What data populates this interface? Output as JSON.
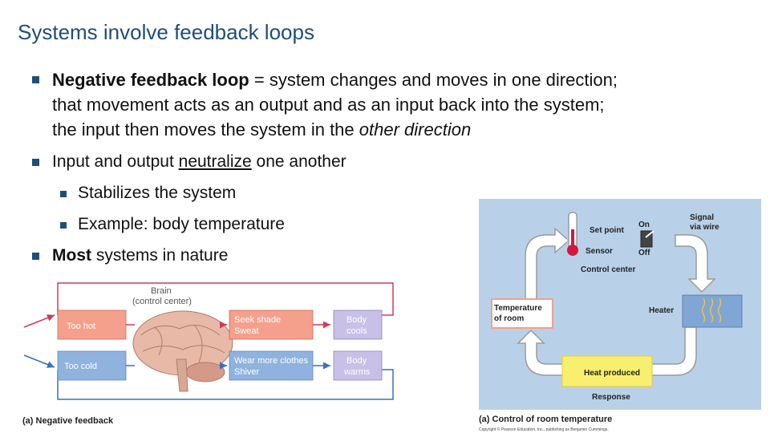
{
  "slide": {
    "title": "Systems involve feedback loops",
    "bullets": {
      "b1_bold": "Negative feedback loop",
      "b1_eq": " = ",
      "b1_text1": "system changes and moves in one direction;",
      "b1_text2": "that movement acts as an output and as an input back into the system;",
      "b1_text3": "the input then moves the system in the ",
      "b1_italic": "other direction",
      "b2_pre": "Input and output ",
      "b2_underline": "neutralize",
      "b2_post": " one another",
      "b3": "Stabilizes the system",
      "b4": "Example: body temperature",
      "b5_bold": "Most",
      "b5_post": " systems in nature"
    }
  },
  "fig_left": {
    "brain_label_1": "Brain",
    "brain_label_2": "(control center)",
    "too_hot": "Too hot",
    "too_cold": "Too cold",
    "seek_shade_1": "Seek shade",
    "seek_shade_2": "Sweat",
    "wear_clothes_1": "Wear more clothes",
    "wear_clothes_2": "Shiver",
    "body_cools_1": "Body",
    "body_cools_2": "cools",
    "body_warms_1": "Body",
    "body_warms_2": "warms",
    "caption": "(a) Negative feedback"
  },
  "fig_right": {
    "set_point": "Set point",
    "on": "On",
    "off": "Off",
    "sensor": "Sensor",
    "signal_1": "Signal",
    "signal_2": "via wire",
    "control_center": "Control center",
    "temp_room_1": "Temperature",
    "temp_room_2": "of room",
    "heater": "Heater",
    "heat_produced": "Heat produced",
    "response": "Response",
    "caption": "(a) Control of room temperature",
    "copyright": "Copyright © Pearson Education, Inc., publishing as Benjamin Cummings."
  },
  "colors": {
    "title": "#1f4e79",
    "red_box": "#f4a08c",
    "blue_box": "#8fb3de",
    "purple_box": "#c8c0e6",
    "panel_bg": "#b9d1e8",
    "heat_yellow": "#f9ef6e"
  }
}
